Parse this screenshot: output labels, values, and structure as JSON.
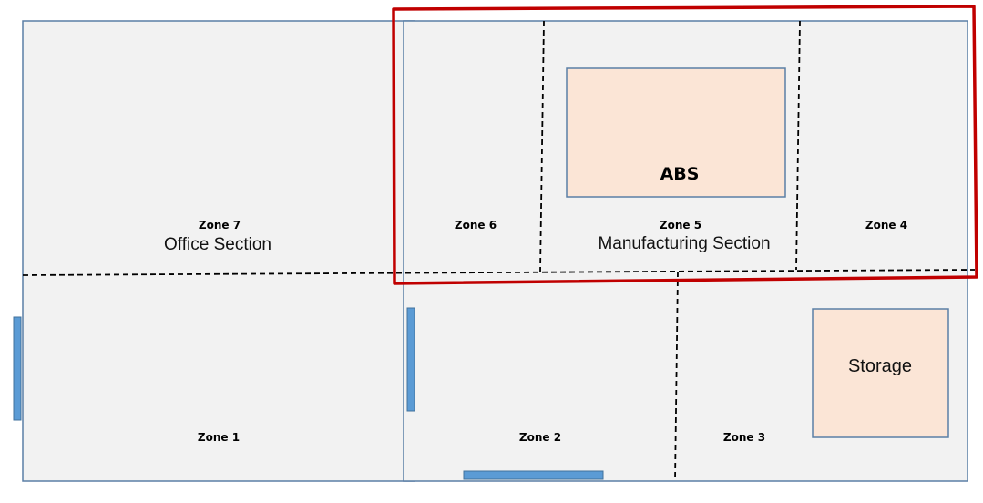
{
  "zones": {
    "zone1": "Zone 1",
    "zone2": "Zone 2",
    "zone3": "Zone 3",
    "zone4": "Zone 4",
    "zone5": "Zone 5",
    "zone6": "Zone 6",
    "zone7": "Zone 7"
  },
  "sections": {
    "office": "Office Section",
    "manufacturing": "Manufacturing Section"
  },
  "areas": {
    "abs": "ABS",
    "storage": "Storage"
  },
  "colors": {
    "floor": "#f2f2f2",
    "wall": "#5b7fa6",
    "door": "#5b9bd5",
    "area_fill": "#fbe5d6",
    "highlight": "#c00000",
    "divider": "#000000"
  }
}
